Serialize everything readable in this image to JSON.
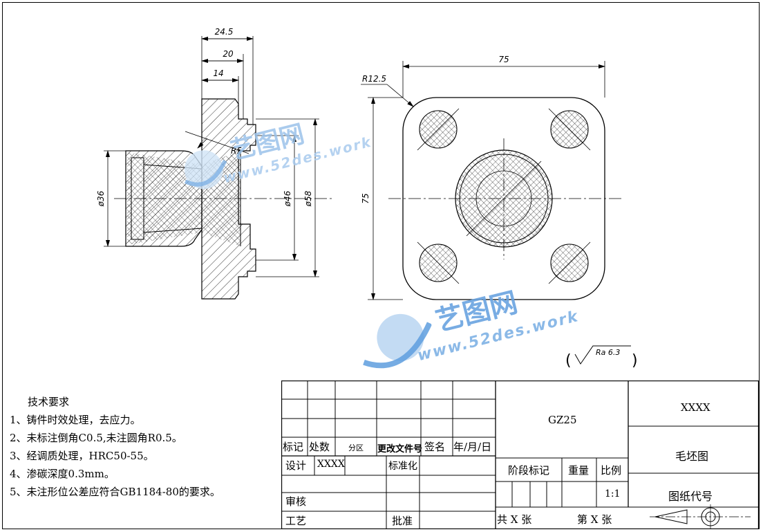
{
  "dimensions": {
    "width_total": "24.5",
    "width_mid": "20",
    "width_small": "14",
    "radius_fillet": "R5",
    "dia_36": "ø36",
    "dia_46": "ø46",
    "dia_58": "ø58",
    "plate_width": "75",
    "plate_height": "75",
    "corner_radius": "R12.5"
  },
  "roughness": {
    "label": "Ra 6.3",
    "open_paren": "(",
    "close_paren": ")"
  },
  "watermarks": [
    {
      "brand": "艺图网",
      "url": "www.52des.work"
    },
    {
      "brand": "艺图网",
      "url": "www.52des.work"
    }
  ],
  "technical_requirements": {
    "title": "技术要求",
    "items": [
      "1、铸件时效处理，去应力。",
      "2、未标注倒角C0.5,未注圆角R0.5。",
      "3、经调质处理，HRC50-55。",
      "4、渗碳深度0.3mm。",
      "5、未注形位公差应符合GB1184-80的要求。"
    ]
  },
  "title_block": {
    "header_marks": "标记",
    "header_count": "处数",
    "header_zone": "分区",
    "header_change_doc": "更改文件号",
    "header_sign": "签名",
    "header_date": "年/月/日",
    "design_label": "设计",
    "designer": "XXXX",
    "standardize_label": "标准化",
    "review_label": "审核",
    "process_label": "工艺",
    "approve_label": "批准",
    "material": "GZ25",
    "stage_label": "阶段标记",
    "weight_label": "重量",
    "scale_label": "比例",
    "scale_value": "1:1",
    "total_sheets": "共 X 张",
    "sheet_number": "第 X 张",
    "company": "XXXX",
    "drawing_title": "毛坯图",
    "drawing_code": "图纸代号"
  }
}
